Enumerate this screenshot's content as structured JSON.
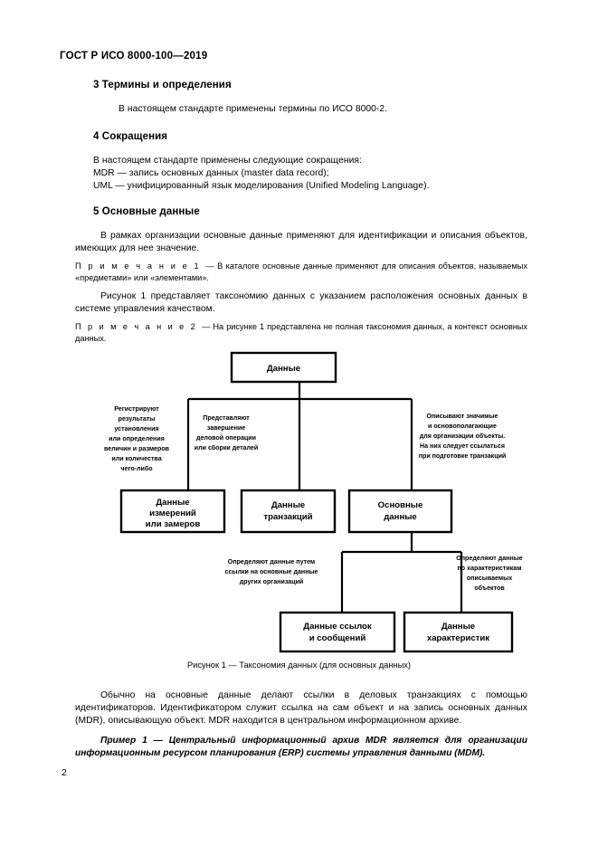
{
  "document": {
    "header": "ГОСТ Р ИСО 8000-100—2019",
    "page_number": "2"
  },
  "sections": {
    "terms": {
      "heading": "3 Термины и определения",
      "paragraph": "В настоящем стандарте применены термины по ИСО 8000-2."
    },
    "abbreviations": {
      "heading": "4 Сокращения",
      "intro": "В настоящем стандарте применены следующие сокращения:",
      "items": [
        "MDR — запись основных данных (master data record);",
        "UML — унифицированный язык моделирования (Unified Modeling Language)."
      ]
    },
    "master_data": {
      "heading": "5 Основные данные",
      "paragraph_1": "В рамках организации основные данные применяют для идентификации и описания объектов, имеющих для нее значение.",
      "note_1_label": "П р и м е ч а н и е  1 ",
      "note_1_text": "— В каталоге основные данные применяют для описания объектов, называемых «предметами» или «элементами».",
      "paragraph_2": "Рисунок 1 представляет таксономию данных с указанием расположения основных данных в системе управления качеством.",
      "note_2_label": "П р и м е ч а н и е  2 ",
      "note_2_text": "— На рисунке 1 представлена не полная таксономия данных, а контекст основных данных."
    }
  },
  "figure": {
    "caption": "Рисунок 1 — Таксономия данных (для основных данных)",
    "boxes": {
      "root": [
        "Данные"
      ],
      "measurement": [
        "Данные",
        "измерений",
        "или замеров"
      ],
      "transaction": [
        "Данные",
        "транзакций"
      ],
      "master": [
        "Основные",
        "данные"
      ],
      "reference": [
        "Данные ссылок",
        "и сообщений"
      ],
      "characteristic": [
        "Данные",
        "характеристик"
      ]
    },
    "annotations": {
      "measurement_note": [
        "Регистрируют",
        "результаты",
        "установления",
        "или определения",
        "величин и размеров",
        "или количества",
        "чего-либо"
      ],
      "transaction_note": [
        "Представляют",
        "завершение",
        "деловой операции",
        "или сборки деталей"
      ],
      "master_note": [
        "Описывают значимые",
        "и основополагающие",
        "для организации объекты.",
        "На них следует ссылаться",
        "при подготовке транзакций"
      ],
      "reference_note": [
        "Определяют данные путем",
        "ссылки на основные данные",
        "других организаций"
      ],
      "characteristic_note": [
        "Определяют данные",
        "по характеристикам",
        "описываемых",
        "объектов"
      ]
    }
  },
  "closing": {
    "paragraph": "Обычно на основные данные делают ссылки в деловых транзакциях с помощью идентификаторов. Идентификатором служит ссылка на сам объект и на запись основных данных (MDR), описывающую объект. MDR находится в центральном информационном архиве.",
    "example": "Пример 1 — Центральный информационный архив MDR является для организации информационным ресурсом планирования (ERP) системы управления данными (MDM)."
  }
}
